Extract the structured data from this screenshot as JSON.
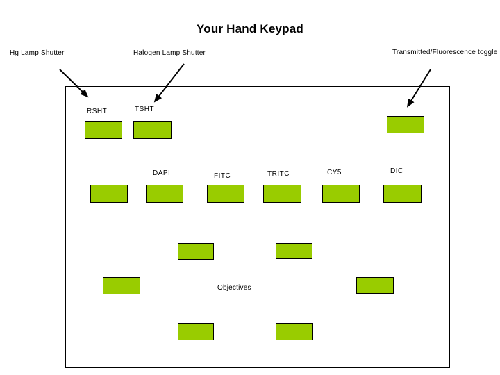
{
  "slide": {
    "title": "Your Hand Keypad"
  },
  "colors": {
    "background": "#ffffff",
    "key_fill": "#99cc00",
    "key_border": "#000000",
    "frame_border": "#000000",
    "arrow": "#000000"
  },
  "callouts": {
    "hg": {
      "label": "Hg Lamp Shutter"
    },
    "halogen": {
      "label": "Halogen Lamp Shutter"
    },
    "toggle": {
      "label": "Transmitted/Fluorescence toggle"
    }
  },
  "keypad": {
    "shutter_row": {
      "rsht_label": "RSHT",
      "tsht_label": "TSHT"
    },
    "filter_row": [
      "",
      "DAPI",
      "FITC",
      "TRITC",
      "CY5",
      "DIC"
    ],
    "objectives": {
      "label": "Objectives",
      "key_count": 6
    }
  }
}
